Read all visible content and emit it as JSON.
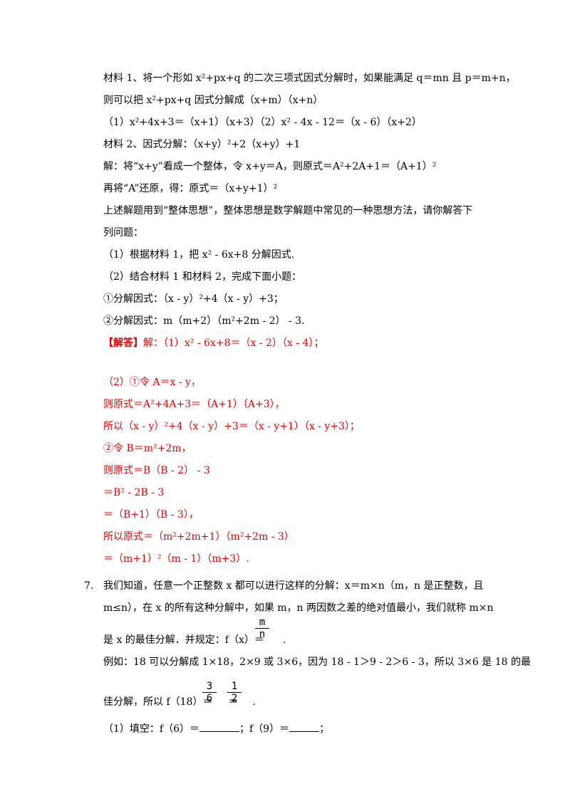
{
  "lines": {
    "l01": "材料 1、将一个形如 x²+px+q 的二次三项式因式分解时，如果能满足 q＝mn 且 p＝m+n，",
    "l02": "则可以把 x²+px+q 因式分解成（x+m）（x+n）",
    "l03": "（1）x²+4x+3＝（x+1）（x+3）（2）x² - 4x - 12＝（x - 6）（x+2）",
    "l04": "材料 2、因式分解：（x+y）²+2（x+y）+1",
    "l05": "解：将“x+y”看成一个整体，令 x+y＝A，则原式＝A²+2A+1＝（A+1）²",
    "l06": "再将“A”还原，得：原式＝（x+y+1）²",
    "l07": "上述解题用到“整体思想”，整体思想是数学解题中常见的一种思想方法，请你解答下",
    "l08": "列问题：",
    "l09": "（1）根据材料 1，把 x² - 6x+8 分解因式.",
    "l10": "（2）结合材料 1 和材料 2，完成下面小题：",
    "l11": "①分解因式：（x - y）²+4（x - y）+3；",
    "l12": "②分解因式：m（m+2）（m²+2m - 2） - 3.",
    "answer_tag": "【解答】",
    "l13": "解：（1）x² - 6x+8＝（x - 2）（x - 4）；",
    "l14": "（2）①令 A＝x - y，",
    "l15": "则原式＝A²+4A+3＝（A+1）（A+3），",
    "l16": "所以（x - y）²+4（x - y）+3＝（x - y+1）（x - y+3）；",
    "l17": "②令 B＝m²+2m，",
    "l18": "则原式＝B（B - 2） - 3",
    "l19": "＝B² - 2B - 3",
    "l20": "＝（B+1）（B - 3），",
    "l21": "所以原式＝（m²+2m+1）（m²+2m - 3）",
    "l22": "＝（m+1）²（m - 1）（m+3）.",
    "q7_num": "7.",
    "l23": "我们知道，任意一个正整数 x 都可以进行这样的分解：x＝m×n（m，n 是正整数，且",
    "l24": "m≤n），在 x 的所有这种分解中，如果 m，n 两因数之差的绝对值最小，我们就称 m×n",
    "l25a": "是 x 的最佳分解．并规定：f（x）＝",
    "l25b": ".",
    "l26": "例如：18 可以分解成 1×18，2×9 或 3×6，因为 18 - 1＞9 - 2＞6 - 3，所以 3×6 是 18 的最",
    "l27a": "佳分解，所以 f（18）＝",
    "l27b": "＝",
    "l27c": ".",
    "l28a": "（1）填空：f（6）＝",
    "l28b": "；f（9）＝",
    "l28c": "；"
  },
  "fractions": {
    "mn": {
      "num": "m",
      "den": "n"
    },
    "three_six": {
      "num": "3",
      "den": "6"
    },
    "one_two": {
      "num": "1",
      "den": "2"
    }
  }
}
